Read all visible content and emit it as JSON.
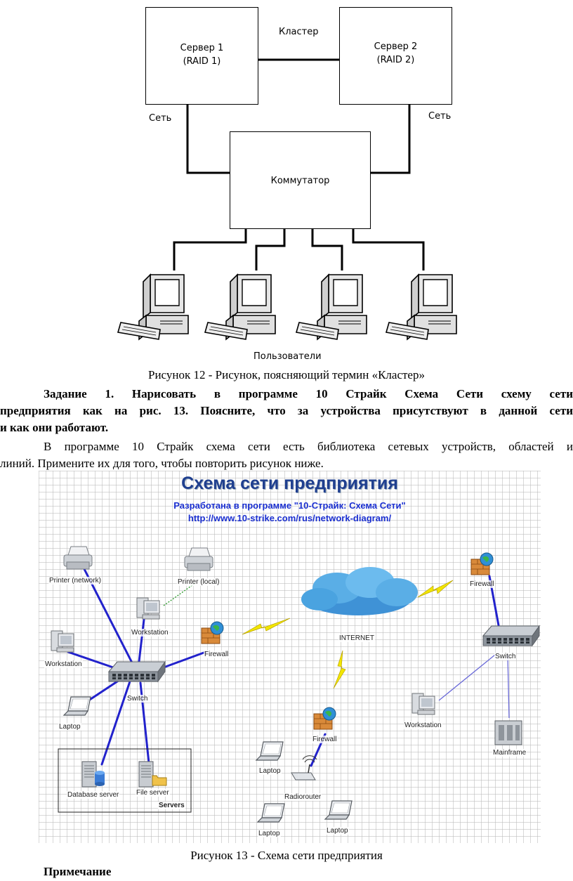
{
  "figure12": {
    "cluster_label": "Кластер",
    "server1": {
      "name": "Сервер 1",
      "raid": "(RAID 1)"
    },
    "server2": {
      "name": "Сервер 2",
      "raid": "(RAID 2)"
    },
    "net_left": "Сеть",
    "net_right": "Сеть",
    "switch_label": "Коммутатор",
    "users_label": "Пользователи"
  },
  "caption12": "Рисунок 12 - Рисунок, поясняющий термин «Кластер»",
  "task": {
    "line1": "Задание 1. Нарисовать в программе 10 Страйк Схема Сети схему сети",
    "line2": "предприятия как на рис. 13. Поясните, что за устройства присутствуют в данной сети",
    "line3": "и как они работают."
  },
  "para2": {
    "line1": "В программе 10 Страйк схема сети есть библиотека сетевых устройств, областей и",
    "line2": "линий. Примените их для того, чтобы повторить рисунок ниже."
  },
  "figure13": {
    "title": "Схема сети предприятия",
    "subtitle": "Разработана в программе \"10-Страйк: Схема Сети\"",
    "url": "http://www.10-strike.com/rus/network-diagram/",
    "nodes": {
      "printer_network": "Printer (network)",
      "printer_local": "Printer (local)",
      "workstation_top": "Workstation",
      "workstation_left": "Workstation",
      "firewall_left": "Firewall",
      "switch_left": "Switch",
      "laptop_left": "Laptop",
      "database_server": "Database server",
      "file_server": "File server",
      "servers_group": "Servers",
      "internet": "INTERNET",
      "firewall_right": "Firewall",
      "switch_right": "Switch",
      "workstation_right": "Workstation",
      "mainframe": "Mainframe",
      "firewall_bottom": "Firewall",
      "laptop_mid": "Laptop",
      "radiorouter": "Radiorouter",
      "laptop_bottom_left": "Laptop",
      "laptop_bottom_right": "Laptop"
    }
  },
  "caption13": "Рисунок 13 - Схема сети предприятия",
  "note_heading": "Примечание",
  "colors": {
    "link_blue": "#2222cc",
    "title_blue": "#1f3f8f",
    "subtitle_blue": "#1a2fd0",
    "lightning": "#f2e600",
    "firewall": "#d98a3a",
    "cloud": "#4aa3e0"
  }
}
